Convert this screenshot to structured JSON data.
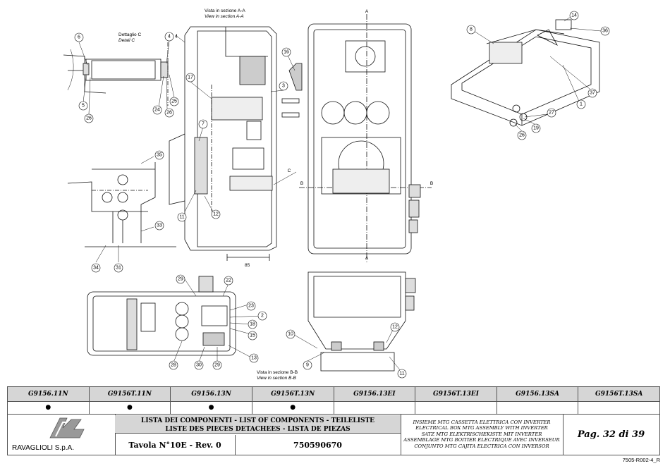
{
  "drawing": {
    "view_section_aa": {
      "it": "Vista in sezione A-A",
      "en": "View in section A-A"
    },
    "detail_c": {
      "it": "Dettaglio C",
      "en": "Detail C"
    },
    "view_section_bb": {
      "it": "Vista in sezione B-B",
      "en": "View in section B-B"
    },
    "dimension": "85",
    "section_letters": [
      "A",
      "A",
      "B",
      "B",
      "C"
    ],
    "balloons": [
      "6",
      "4",
      "5",
      "26",
      "24",
      "25",
      "26",
      "4",
      "3",
      "17",
      "7",
      "11",
      "12",
      "16",
      "35",
      "33",
      "34",
      "31",
      "14",
      "8",
      "36",
      "37",
      "1",
      "27",
      "19",
      "26",
      "29",
      "22",
      "23",
      "2",
      "18",
      "15",
      "13",
      "28",
      "30",
      "29",
      "10",
      "9",
      "12",
      "11"
    ]
  },
  "title_block": {
    "model_codes": [
      "G9156.11N",
      "G9156T.11N",
      "G9156.13N",
      "G9156T.13N",
      "G9156.13EI",
      "G9156T.13EI",
      "G9156.13SA",
      "G9156T.13SA"
    ],
    "marks": [
      "●",
      "●",
      "●",
      "●",
      "",
      "",
      "",
      ""
    ],
    "company": "RAVAGLIOLI S.p.A.",
    "list_title_1": "LISTA DEI COMPONENTI - LIST OF COMPONENTS - TEILELISTE",
    "list_title_2": "LISTE DES PIECES DETACHEES - LISTA DE PIEZAS",
    "table_no": "Tavola N°10E - Rev. 0",
    "drawing_code": "750590670",
    "assembly": [
      "INSIEME MTG CASSETTA ELETTRICA CON INVERTER",
      "ELECTRICAL BOX MTG ASSEMBLY WITH INVERTER",
      "SATZ MTG ELEKTRISCHEKISTE MIT INVERTER",
      "ASSEMBLAGE MTG BOITIER ELECTRIQUE AVEC INVERSEUR",
      "CONJUNTO MTG CAJITA ELECTRICA CON INVERSOR"
    ],
    "page": "Pag. 32 di 39",
    "doc_ref": "7505-R002-4_R"
  }
}
